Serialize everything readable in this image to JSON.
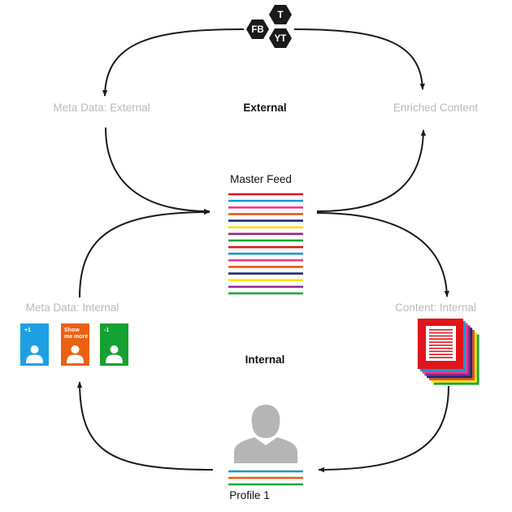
{
  "labels": {
    "meta_external": "Meta Data: External",
    "external": "External",
    "enriched_content": "Enriched Content",
    "master_feed": "Master Feed",
    "meta_internal": "Meta Data: Internal",
    "internal": "Internal",
    "content_internal": "Content: Internal",
    "profile": "Profile 1"
  },
  "sources": [
    {
      "label": "FB",
      "icon": "hexagon"
    },
    {
      "label": "T",
      "icon": "hexagon"
    },
    {
      "label": "YT",
      "icon": "hexagon"
    }
  ],
  "feedback_cards": [
    {
      "label": "+1",
      "color": "#1e9fe3"
    },
    {
      "label": "Show me more",
      "label_line1": "Show",
      "label_line2": "me more",
      "color": "#eb6113"
    },
    {
      "label": "-1",
      "color": "#16a133"
    }
  ],
  "colors": {
    "feed_lines": [
      "#e0151b",
      "#1497d4",
      "#e83e8c",
      "#e65b10",
      "#1d2b7a",
      "#f5e11c",
      "#8e2b8c",
      "#1aa537",
      "#e0151b",
      "#1497d4",
      "#e83e8c",
      "#e65b10",
      "#1d2b7a",
      "#f5e11c",
      "#8e2b8c",
      "#1aa537"
    ],
    "profile_lines": [
      "#1497d4",
      "#e65b10",
      "#1aa537"
    ],
    "content_sheets": [
      "#1aa537",
      "#f5e11c",
      "#e65b10",
      "#1d2b7a",
      "#8e2b8c",
      "#e83e8c",
      "#1497d4",
      "#e0151b"
    ],
    "hexagon": "#1a1a1a",
    "avatar": "#b5b5b5",
    "arrow": "#1a1a1a"
  }
}
